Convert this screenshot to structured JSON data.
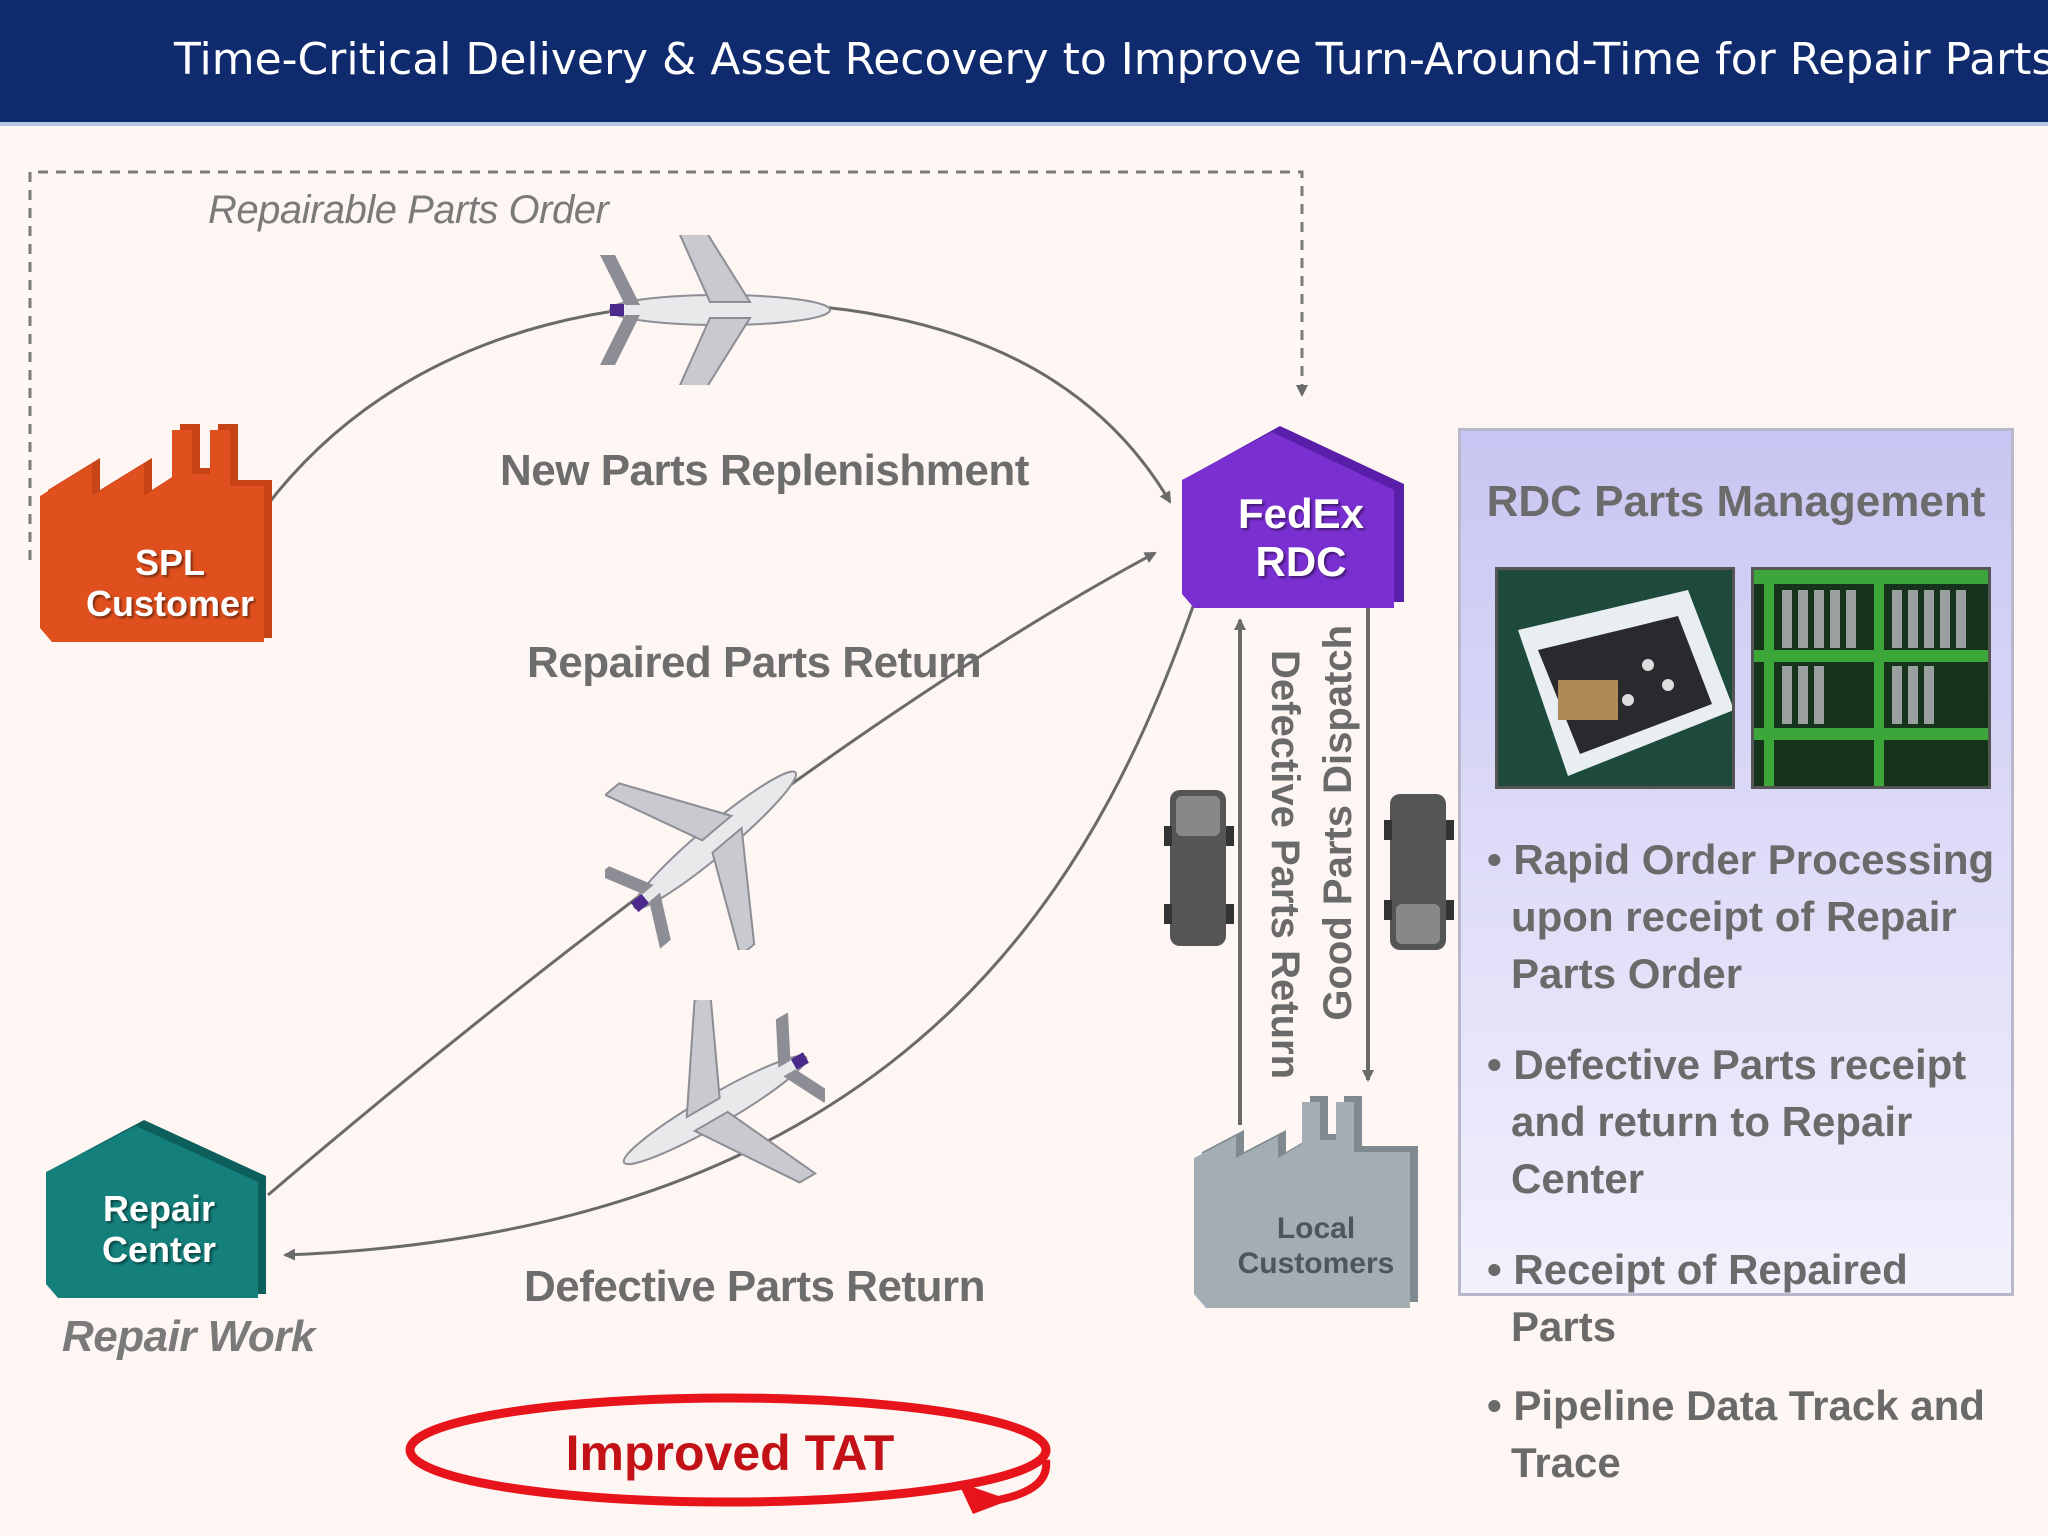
{
  "header": {
    "title": "Time-Critical Delivery & Asset Recovery to Improve Turn-Around-Time for Repair Parts"
  },
  "diagram": {
    "repairable_order_label": "Repairable Parts Order",
    "new_parts_label": "New Parts Replenishment",
    "repaired_return_label": "Repaired Parts Return",
    "defective_return_label": "Defective Parts Return",
    "repair_work_label": "Repair Work",
    "spl_customer": [
      "SPL",
      "Customer"
    ],
    "fedex_rdc": [
      "FedEx",
      "RDC"
    ],
    "repair_center": [
      "Repair",
      "Center"
    ],
    "local_customers": [
      "Local",
      "Customers"
    ],
    "defective_vertical_label": "Defective Parts Return",
    "good_dispatch_label": "Good Parts Dispatch",
    "improved_tat": "Improved TAT"
  },
  "rdc_panel": {
    "title": "RDC Parts Management",
    "bullets": [
      "Rapid Order Processing upon receipt of Repair Parts Order",
      "Defective Parts receipt and return to Repair Center",
      "Receipt of Repaired Parts",
      "Pipeline Data Track and Trace"
    ]
  },
  "colors": {
    "header": "#0f2b6e",
    "spl": "#e0501e",
    "fedex": "#7a2fd0",
    "repair": "#147f7b",
    "local": "#9aa6ac",
    "tat": "#e8141c"
  }
}
